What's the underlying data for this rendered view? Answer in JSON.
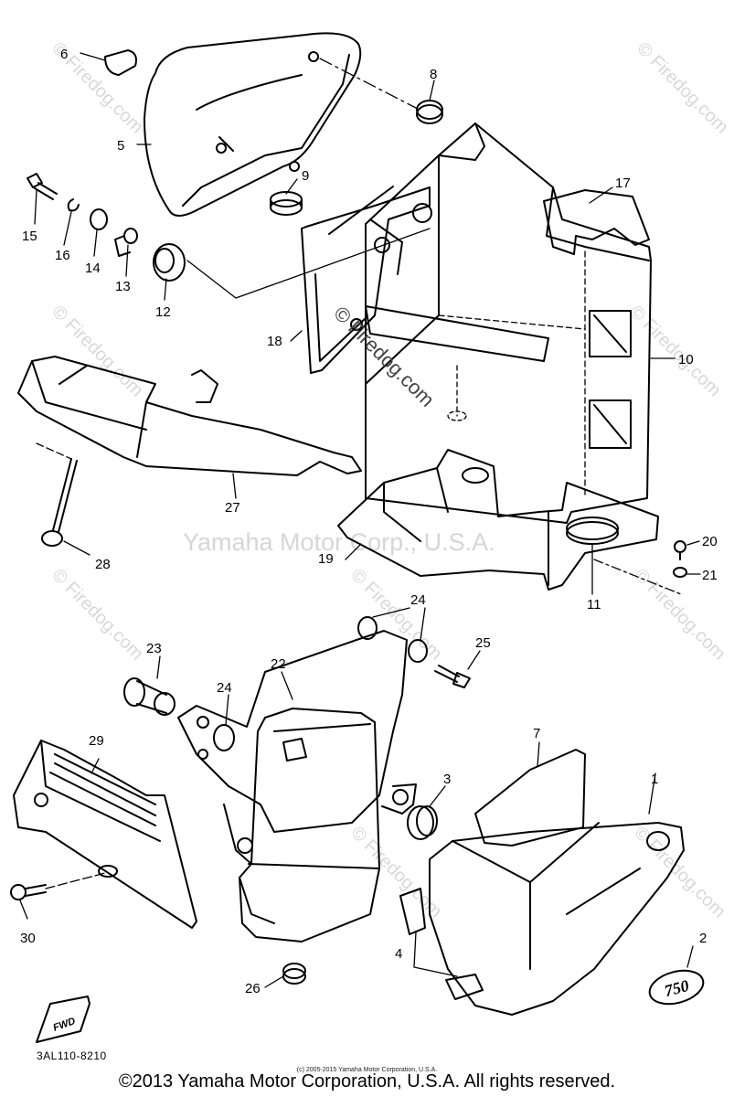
{
  "watermarks": {
    "site": "© Firedog.com",
    "center": "Yamaha Motor Corp., U.S.A.",
    "center_mark": "© Firedog.com"
  },
  "parts": [
    "1",
    "2",
    "3",
    "4",
    "5",
    "6",
    "7",
    "8",
    "9",
    "10",
    "11",
    "12",
    "13",
    "14",
    "15",
    "16",
    "17",
    "18",
    "19",
    "20",
    "21",
    "22",
    "23",
    "24",
    "24",
    "25",
    "26",
    "27",
    "28",
    "29",
    "30"
  ],
  "badge": "750",
  "fwd_tag": "FWD",
  "diagram_code": "3AL110-8210",
  "small_copyright": "(c) 2005-2015 Yamaha Motor Corporation, U.S.A.",
  "copyright": "©2013 Yamaha Motor Corporation, U.S.A. All rights reserved."
}
